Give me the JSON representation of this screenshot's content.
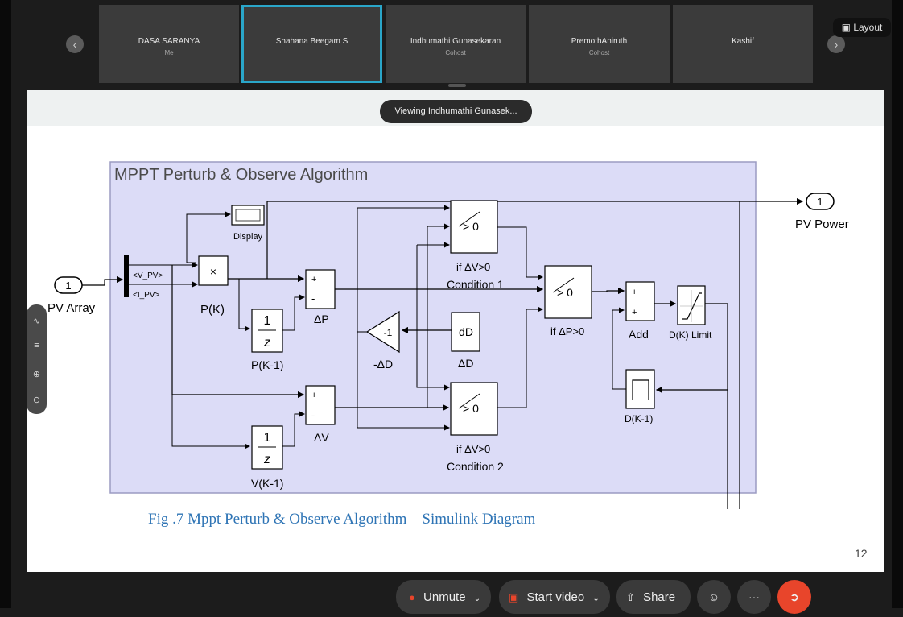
{
  "participants": [
    {
      "name": "DASA SARANYA",
      "role": "Me",
      "active": false
    },
    {
      "name": "Shahana Beegam S",
      "role": "",
      "active": true
    },
    {
      "name": "Indhumathi Gunasekaran",
      "role": "Cohost",
      "active": false
    },
    {
      "name": "PremothAniruth",
      "role": "Cohost",
      "active": false
    },
    {
      "name": "Kashif",
      "role": "",
      "active": false
    }
  ],
  "layout_label": "Layout",
  "viewing_banner": "Viewing Indhumathi Gunasek...",
  "diagram": {
    "title": "MPPT Perturb & Observe Algorithm",
    "in_port_num": "1",
    "in_port_label": "PV Array",
    "out_port_num": "1",
    "out_port_label": "PV Power",
    "bus_v": "<V_PV>",
    "bus_i": "<I_PV>",
    "display_label": "Display",
    "mult_symbol": "×",
    "mult_label": "P(K)",
    "delay_num": "1",
    "delay_den": "z",
    "delay_p_label": "P(K-1)",
    "delay_v_label": "V(K-1)",
    "sum_plus": "+",
    "sum_minus": "-",
    "dp_label": "ΔP",
    "dv_label": "ΔV",
    "gain_value": "-1",
    "gain_label": "-ΔD",
    "const_value": "dD",
    "const_label": "ΔD",
    "switch_symbol": "> 0",
    "switch1_cond": "if ΔV>0",
    "switch1_label": "Condition 1",
    "switch2_cond": "if ΔV>0",
    "switch2_label": "Condition 2",
    "switch3_cond": "if ΔP>0",
    "add_label": "Add",
    "sat_label": "D(K) Limit",
    "dk1_label": "D(K-1)"
  },
  "caption": "Fig .7 Mppt Perturb & Observe Algorithm    Simulink Diagram",
  "page_number": "12",
  "controls": {
    "unmute": "Unmute",
    "start_video": "Start video",
    "share": "Share"
  },
  "colors": {
    "accent": "#2aa6c9",
    "leave": "#e8452b",
    "diagram_bg": "#dcdcf7",
    "caption": "#2e74b5"
  }
}
